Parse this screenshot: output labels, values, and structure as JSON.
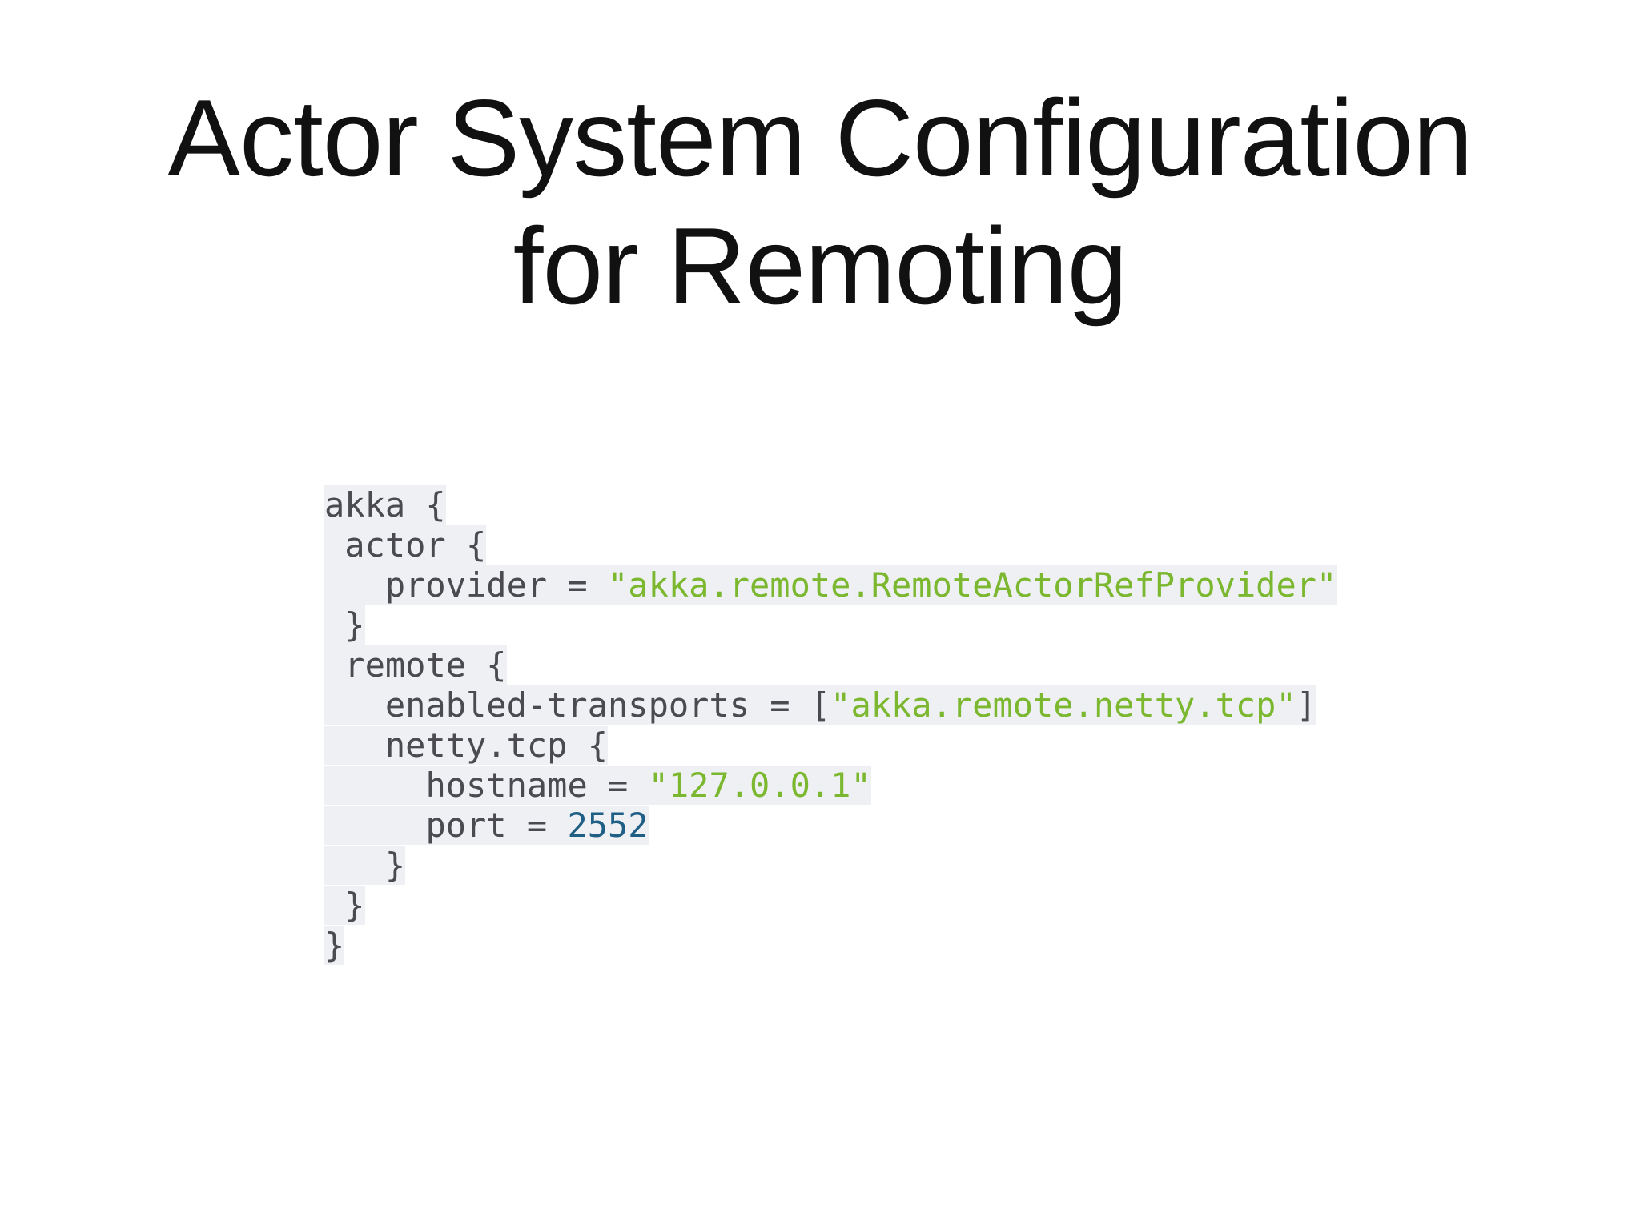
{
  "slide": {
    "title_line1": "Actor System Configuration",
    "title_line2": "for Remoting"
  },
  "code": {
    "lines": [
      {
        "indent": "",
        "tokens": [
          {
            "t": "plain",
            "v": "akka {"
          }
        ]
      },
      {
        "indent": " ",
        "tokens": [
          {
            "t": "plain",
            "v": "actor {"
          }
        ]
      },
      {
        "indent": "   ",
        "tokens": [
          {
            "t": "plain",
            "v": "provider = "
          },
          {
            "t": "str",
            "v": "\"akka.remote.RemoteActorRefProvider\""
          }
        ]
      },
      {
        "indent": " ",
        "tokens": [
          {
            "t": "plain",
            "v": "}"
          }
        ]
      },
      {
        "indent": " ",
        "tokens": [
          {
            "t": "plain",
            "v": "remote {"
          }
        ]
      },
      {
        "indent": "   ",
        "tokens": [
          {
            "t": "plain",
            "v": "enabled-transports = ["
          },
          {
            "t": "str",
            "v": "\"akka.remote.netty.tcp\""
          },
          {
            "t": "plain",
            "v": "]"
          }
        ]
      },
      {
        "indent": "   ",
        "tokens": [
          {
            "t": "plain",
            "v": "netty.tcp {"
          }
        ]
      },
      {
        "indent": "     ",
        "tokens": [
          {
            "t": "plain",
            "v": "hostname = "
          },
          {
            "t": "str",
            "v": "\"127.0.0.1\""
          }
        ]
      },
      {
        "indent": "     ",
        "tokens": [
          {
            "t": "plain",
            "v": "port = "
          },
          {
            "t": "num",
            "v": "2552"
          }
        ]
      },
      {
        "indent": "   ",
        "tokens": [
          {
            "t": "plain",
            "v": "}"
          }
        ]
      },
      {
        "indent": " ",
        "tokens": [
          {
            "t": "plain",
            "v": "}"
          }
        ]
      },
      {
        "indent": "",
        "tokens": [
          {
            "t": "plain",
            "v": "}"
          }
        ]
      }
    ]
  },
  "colors": {
    "string": "#7cb82f",
    "number": "#1f5f86",
    "text": "#4a4a50",
    "code_background": "#eef0f4"
  }
}
